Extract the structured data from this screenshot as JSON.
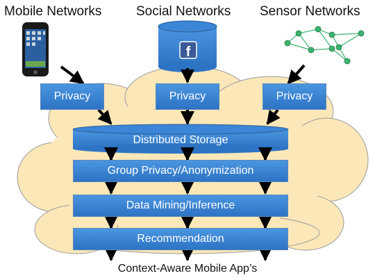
{
  "headings": {
    "mobile": "Mobile Networks",
    "social": "Social Networks",
    "sensor": "Sensor Networks"
  },
  "privacy": [
    "Privacy",
    "Privacy",
    "Privacy"
  ],
  "storage": "Distributed Storage",
  "layers": [
    "Group Privacy/Anonymization",
    "Data Mining/Inference",
    "Recommendation"
  ],
  "footer": "Context-Aware Mobile App’s",
  "icons": {
    "social_logo_letter": "f",
    "phone": "smartphone-icon",
    "database": "database-icon",
    "sensor_graph": "sensor-network-icon"
  },
  "colors": {
    "box": "#3b86d6",
    "cloud": "#fbe7b8",
    "cloud_edge": "#9a9a9a",
    "sensor_node": "#3cb371",
    "facebook": "#3b5998"
  }
}
